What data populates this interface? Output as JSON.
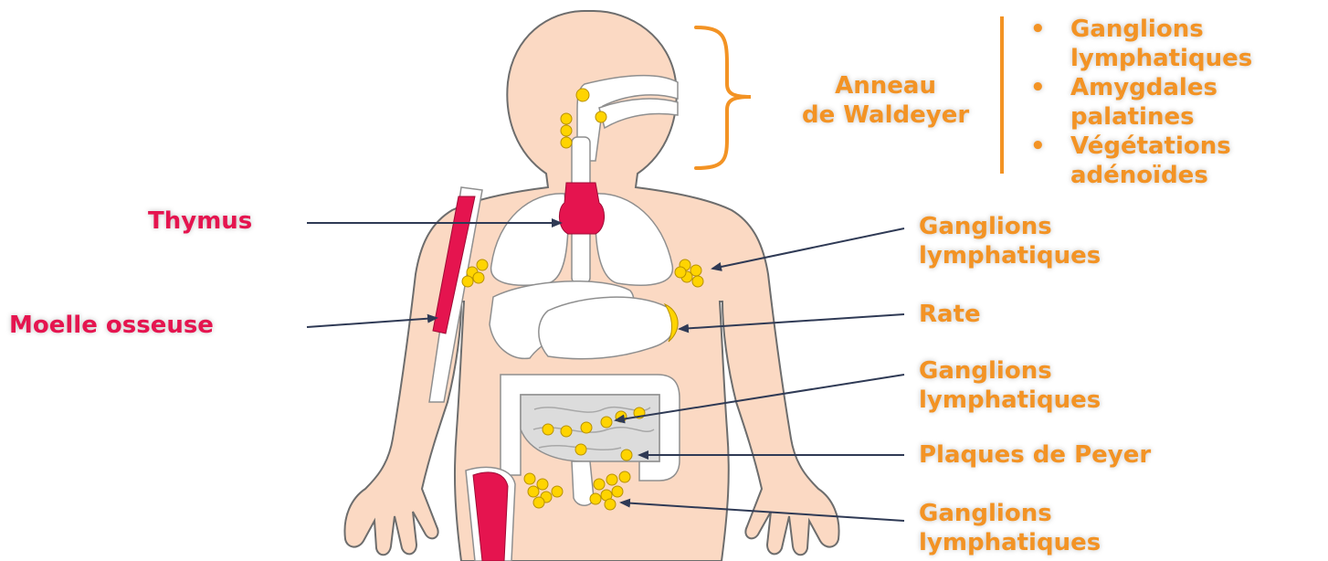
{
  "colors": {
    "skin": "#fbd9c3",
    "skin_outline": "#6d6d6d",
    "organ": "#ffffff",
    "organ_outline": "#8f8f8f",
    "lymph": "#ffd400",
    "lymph_outline": "#b89100",
    "immune_primary": "#e5144f",
    "label_orange": "#f39324",
    "label_pink": "#e5144f",
    "arrow": "#2f3a55",
    "divider": "#f39324"
  },
  "labels": {
    "thymus": "Thymus",
    "moelle": "Moelle osseuse",
    "waldeyer_line1": "Anneau",
    "waldeyer_line2": "de Waldeyer",
    "waldeyer_items": [
      {
        "bullet": "•",
        "line1": "Ganglions",
        "line2": "lymphatiques"
      },
      {
        "bullet": "•",
        "line1": "Amygdales",
        "line2": "palatines"
      },
      {
        "bullet": "•",
        "line1": "Végétations",
        "line2": "adénoïdes"
      }
    ],
    "ganglions_axillaires_1": "Ganglions",
    "ganglions_axillaires_2": "lymphatiques",
    "rate": "Rate",
    "ganglions_mesenteriques_1": "Ganglions",
    "ganglions_mesenteriques_2": "lymphatiques",
    "plaques": "Plaques de Peyer",
    "ganglions_inguinaux_1": "Ganglions",
    "ganglions_inguinaux_2": "lymphatiques"
  }
}
